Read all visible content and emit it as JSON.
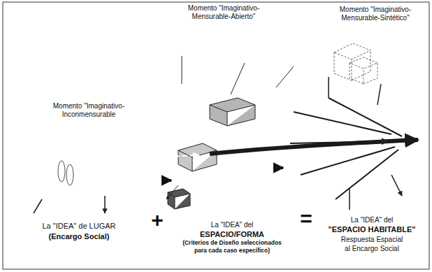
{
  "diagram": {
    "nodes": [
      {
        "text": [
          "Momento \"Imaginativo-Inconmensurable"
        ]
      },
      {
        "text": [
          "Momento \"Imaginativo-Mensurable-Abierto\""
        ]
      },
      {
        "text": [
          "Momento \"Imaginativo-Mensurable-Sintético\""
        ]
      }
    ],
    "edges": [
      {
        "from": 0,
        "to": 1,
        "arrow": "to"
      },
      {
        "from": 1,
        "to": 2,
        "arrow": "to"
      }
    ],
    "labels": [
      "La \"IDEA\" de LUGAR",
      "(Encargo Social)",
      "+",
      "La \"IDEA\" del",
      "ESPACIO/FORMA",
      "(Criterios de Diseño seleccionados",
      "para cada caso específico)",
      "=",
      "La \"IDEA\" del",
      "\"ESPACIO HABITABLE\"",
      "Respuesta Espacial",
      "al Encargo Social"
    ]
  }
}
